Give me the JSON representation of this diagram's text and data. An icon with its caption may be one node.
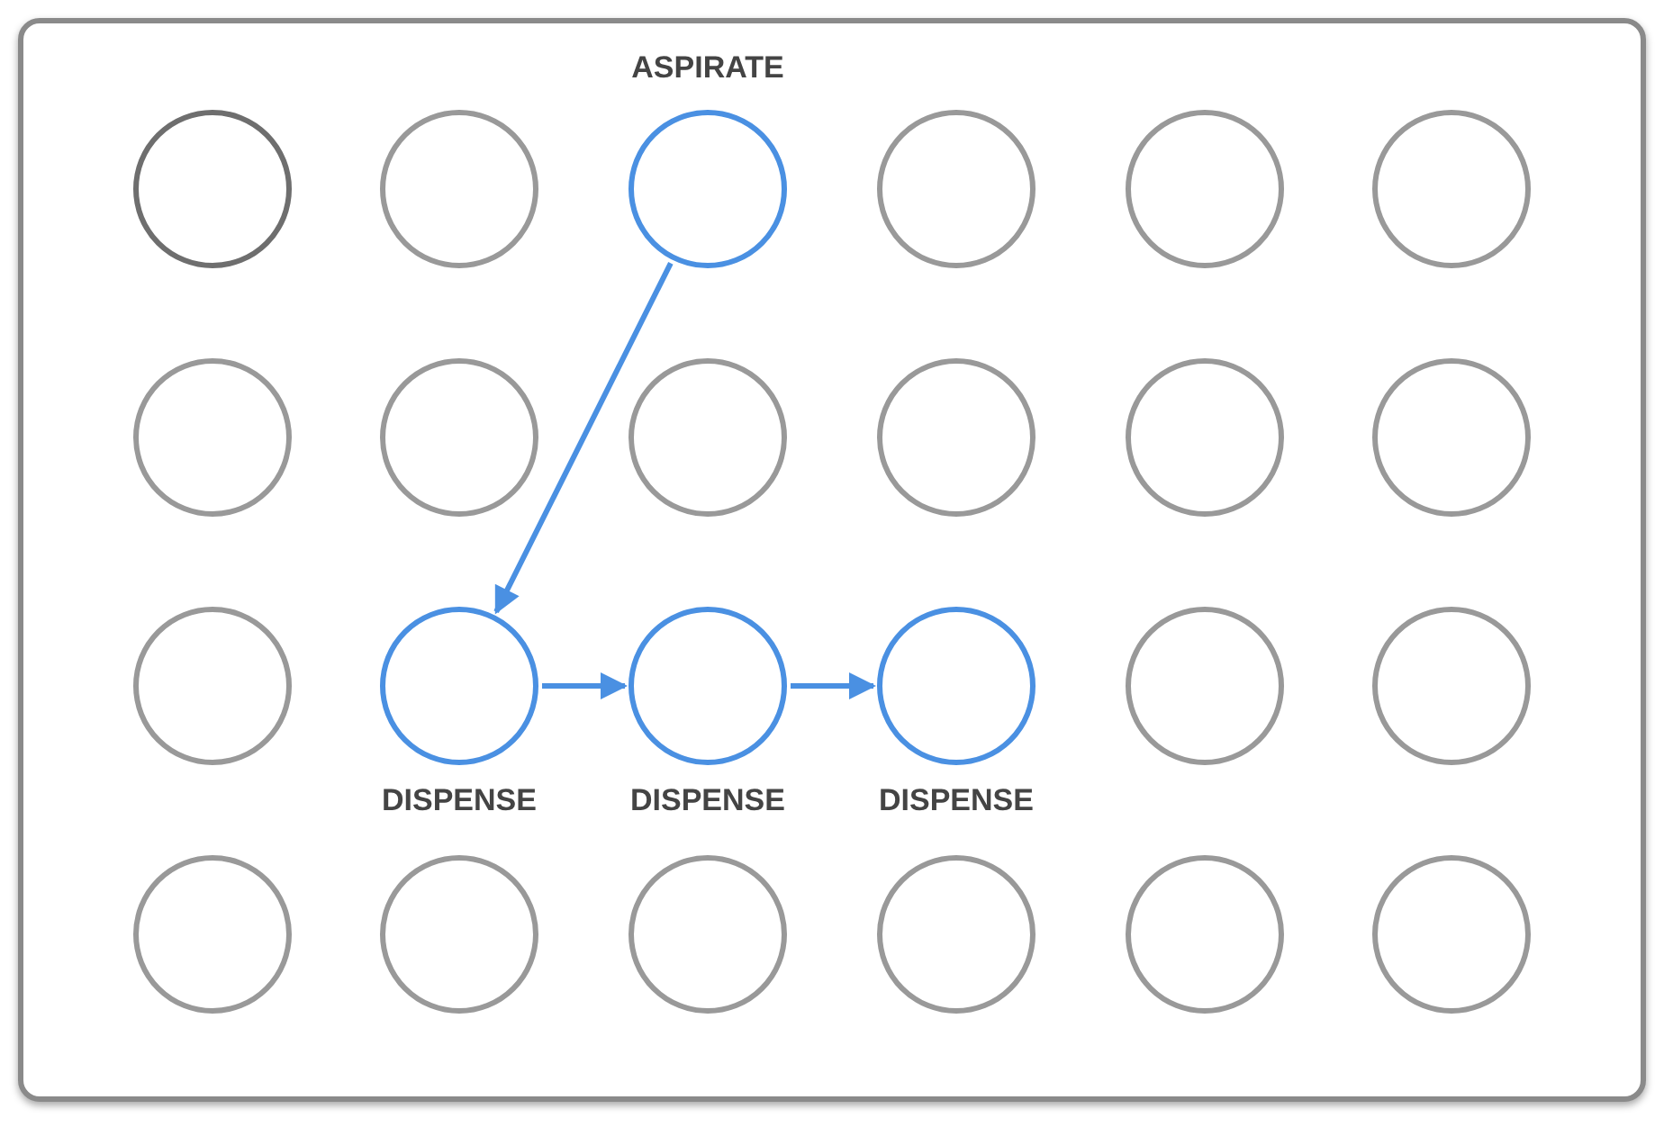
{
  "diagram": {
    "nodes": [
      {
        "text": [],
        "shape": "box"
      },
      {
        "text": [],
        "shape": "circle",
        "in": 0
      },
      {
        "text": [],
        "shape": "circle",
        "in": 0
      },
      {
        "text": [
          "ASPIRATE"
        ],
        "in": 0
      },
      {
        "text": [],
        "shape": "circle",
        "in": 0
      },
      {
        "text": [],
        "shape": "circle",
        "in": 0
      },
      {
        "text": [],
        "shape": "circle",
        "in": 0
      },
      {
        "text": [],
        "shape": "circle",
        "in": 0
      },
      {
        "text": [],
        "shape": "circle",
        "in": 0
      },
      {
        "text": [],
        "shape": "circle",
        "in": 0
      },
      {
        "text": [],
        "shape": "circle",
        "in": 0
      },
      {
        "text": [],
        "shape": "circle",
        "in": 0
      },
      {
        "text": [],
        "shape": "circle",
        "in": 0
      },
      {
        "text": [],
        "shape": "circle",
        "in": 0
      },
      {
        "text": [
          "DISPENSE"
        ],
        "in": 0
      },
      {
        "text": [
          "DISPENSE"
        ],
        "in": 0
      },
      {
        "text": [
          "DISPENSE"
        ],
        "in": 0
      },
      {
        "text": [],
        "shape": "circle",
        "in": 0
      },
      {
        "text": [],
        "shape": "circle",
        "in": 0
      },
      {
        "text": [],
        "shape": "circle",
        "in": 0
      },
      {
        "text": [],
        "shape": "circle",
        "in": 0
      },
      {
        "text": [],
        "shape": "circle",
        "in": 0
      },
      {
        "text": [],
        "shape": "circle",
        "in": 0
      },
      {
        "text": [],
        "shape": "circle",
        "in": 0
      },
      {
        "text": [],
        "shape": "circle",
        "in": 0
      }
    ],
    "edges": [
      {
        "from": 3,
        "to": 14,
        "arrow": "to"
      },
      {
        "from": 14,
        "to": 15,
        "arrow": "to"
      },
      {
        "from": 15,
        "to": 16,
        "arrow": "to"
      }
    ]
  }
}
